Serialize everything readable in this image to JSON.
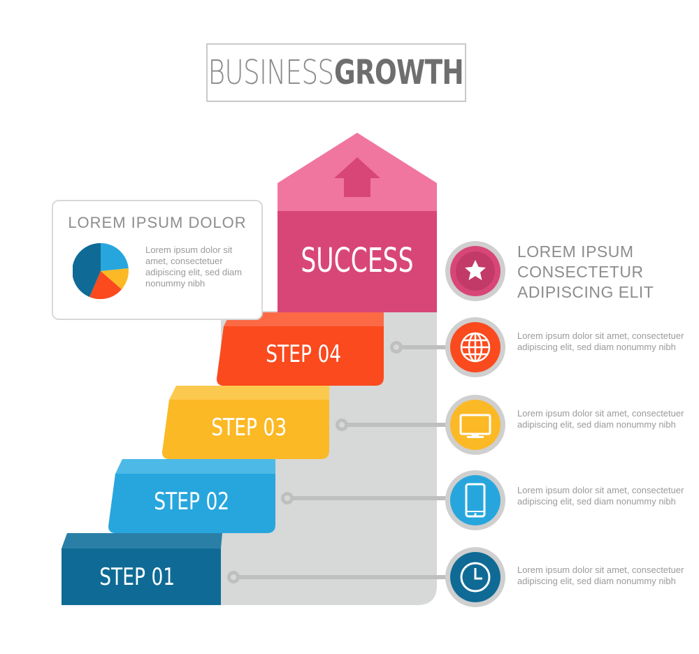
{
  "title": {
    "light": "BUSINESS",
    "bold": "GROWTH"
  },
  "card": {
    "heading": "LOREM IPSUM DOLOR",
    "text": "Lorem ipsum dolor sit amet, consectetuer adipiscing elit, sed diam nonummy nibh"
  },
  "success": {
    "label": "SUCCESS"
  },
  "steps": [
    {
      "label": "STEP 01",
      "color": "#0f6b95",
      "dark": "#2a7fa6",
      "icon": "clock-icon",
      "text": "Lorem ipsum dolor sit amet, consectetuer adipiscing elit, sed diam nonummy nibh"
    },
    {
      "label": "STEP 02",
      "color": "#27a6dd",
      "dark": "#4db9e6",
      "icon": "smartphone-icon",
      "text": "Lorem ipsum dolor sit amet, consectetuer adipiscing elit, sed diam nonummy nibh"
    },
    {
      "label": "STEP 03",
      "color": "#fbb926",
      "dark": "#fcc94f",
      "icon": "monitor-icon",
      "text": "Lorem ipsum dolor sit amet, consectetuer adipiscing elit, sed diam nonummy nibh"
    },
    {
      "label": "STEP 04",
      "color": "#fa4a1e",
      "dark": "#fb6a45",
      "icon": "globe-icon",
      "text": "Lorem ipsum dolor sit amet, consectetuer adipiscing elit, sed diam nonummy nibh"
    }
  ],
  "top_item": {
    "icon": "star-icon",
    "text": "LOREM IPSUM CONSECTETUR ADIPISCING ELIT",
    "line1": "LOREM IPSUM",
    "line2": "CONSECTETUR",
    "line3": "ADIPISCING ELIT"
  },
  "colors": {
    "pink_dark": "#d84677",
    "pink_light": "#f076a0",
    "gray_column": "#d7d8d8",
    "pie": [
      "#27a6dd",
      "#fbb926",
      "#fa4a1e",
      "#0f6b95"
    ]
  }
}
